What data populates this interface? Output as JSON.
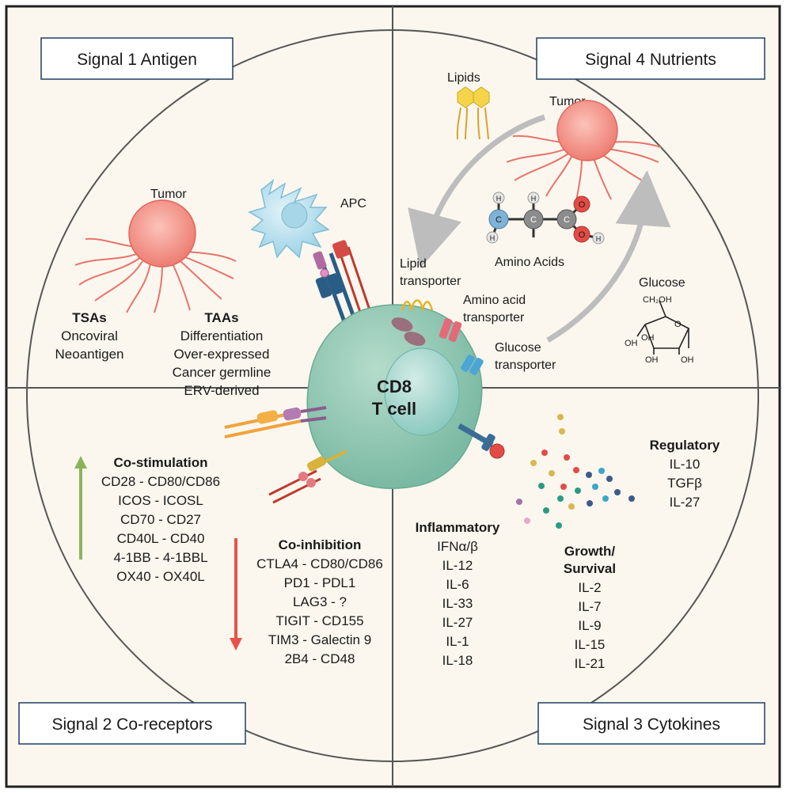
{
  "signals": {
    "s1": "Signal 1 Antigen",
    "s2": "Signal 2 Co-receptors",
    "s3": "Signal 3 Cytokines",
    "s4": "Signal 4 Nutrients"
  },
  "center": {
    "line1": "CD8",
    "line2": "T cell"
  },
  "antigen": {
    "tumor": "Tumor",
    "apc": "APC",
    "tsa_title": "TSAs",
    "tsa_items": [
      "Oncoviral",
      "Neoantigen"
    ],
    "taa_title": "TAAs",
    "taa_items": [
      "Differentiation",
      "Over-expressed",
      "Cancer germline",
      "ERV-derived"
    ]
  },
  "nutrients": {
    "lipids": "Lipids",
    "tumor": "Tumor",
    "amino_acids": "Amino Acids",
    "glucose": "Glucose",
    "lipid_transporter": [
      "Lipid",
      "transporter"
    ],
    "amino_transporter": [
      "Amino acid",
      "transporter"
    ],
    "glucose_transporter": [
      "Glucose",
      "transporter"
    ],
    "glucose_labels": [
      "CH₂OH",
      "O",
      "OH",
      "OH",
      "OH",
      "OH"
    ],
    "atoms": {
      "h": "H",
      "c": "C",
      "o": "O"
    }
  },
  "coreceptors": {
    "costim_title": "Co-stimulation",
    "costim_items": [
      "CD28 - CD80/CD86",
      "ICOS - ICOSL",
      "CD70 - CD27",
      "CD40L - CD40",
      "4-1BB - 4-1BBL",
      "OX40 - OX40L"
    ],
    "coinhib_title": "Co-inhibition",
    "coinhib_items": [
      "CTLA4 - CD80/CD86",
      "PD1 - PDL1",
      "LAG3 - ?",
      "TIGIT - CD155",
      "TIM3 - Galectin 9",
      "2B4 - CD48"
    ]
  },
  "cytokines": {
    "inflam_title": "Inflammatory",
    "inflam_items": [
      "IFNα/β",
      "IL-12",
      "IL-6",
      "IL-33",
      "IL-27",
      "IL-1",
      "IL-18"
    ],
    "growth_title": [
      "Growth/",
      "Survival"
    ],
    "growth_items": [
      "IL-2",
      "IL-7",
      "IL-9",
      "IL-15",
      "IL-21"
    ],
    "reg_title": "Regulatory",
    "reg_items": [
      "IL-10",
      "TGFβ",
      "IL-27"
    ]
  },
  "colors": {
    "background": "#fbf7ef",
    "tcell": "#8fc8b4",
    "nucleus": "#b9ddd6",
    "tumor": "#f2908a",
    "apc": "#bfe2ef",
    "costim_arrow": "#8ab45a",
    "coinhib_arrow": "#e8524a",
    "box_border": "#1f3f66"
  }
}
